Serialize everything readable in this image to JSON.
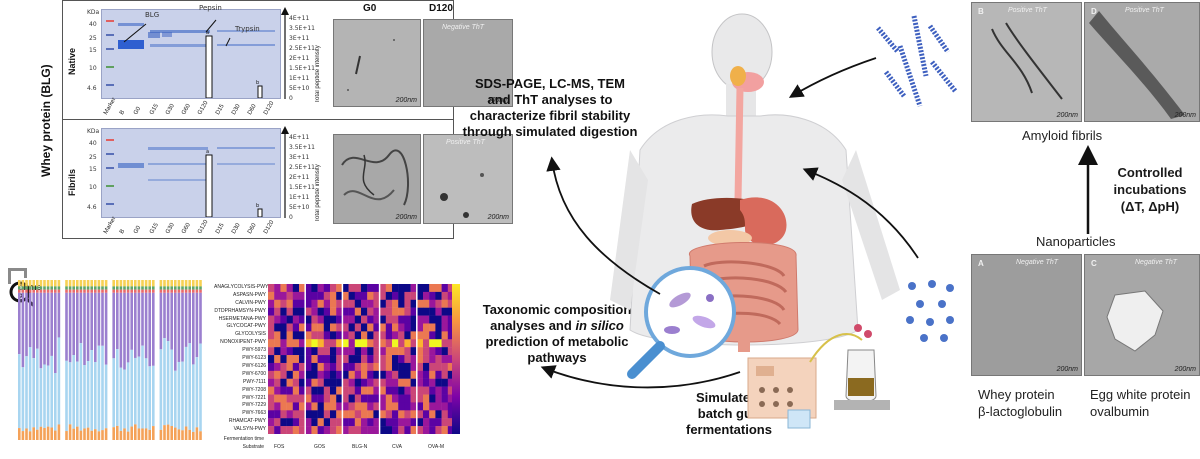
{
  "left_panel": {
    "title": "Whey protein (BLG)",
    "native": {
      "label": "Native",
      "kda_header": "KDa",
      "kda_marks": [
        "40",
        "25",
        "15",
        "10",
        "4.6"
      ],
      "annotations": [
        "BLG",
        "Pepsin",
        "Trypsin"
      ],
      "lanes": [
        "Marker",
        "B",
        "G0",
        "G15",
        "G30",
        "G60",
        "G120",
        "D15",
        "D30",
        "D60",
        "D120"
      ],
      "axis_label": "Total peptide intensity",
      "axis_ticks": [
        "4E+11",
        "3.5E+11",
        "3E+11",
        "2.5E+11",
        "2E+11",
        "1.5E+11",
        "1E+11",
        "5E+10",
        "0"
      ],
      "tem_columns": [
        "G0",
        "D120"
      ],
      "tem_tags": [
        "",
        "Negative ThT"
      ],
      "scale": [
        "200nm",
        "200nm"
      ]
    },
    "fibrils": {
      "label": "Fibrils",
      "kda_header": "KDa",
      "kda_marks": [
        "40",
        "25",
        "15",
        "10",
        "4.6"
      ],
      "lanes": [
        "Marker",
        "B",
        "G0",
        "G15",
        "G30",
        "G60",
        "G120",
        "D15",
        "D30",
        "D60",
        "D120"
      ],
      "axis_label": "Total peptide intensity",
      "axis_ticks": [
        "4E+11",
        "3.5E+11",
        "3E+11",
        "2.5E+11",
        "2E+11",
        "1.5E+11",
        "1E+11",
        "5E+10",
        "0"
      ],
      "tem_tags": [
        "",
        "Positive ThT"
      ],
      "scale": [
        "200nm",
        "200nm"
      ]
    }
  },
  "bottom_left": {
    "logo_text": "qiime 2",
    "heatmap_rows": [
      "ANAGLYCOLYSIS-PWY",
      "ASPASN-PWY",
      "CALVIN-PWY",
      "DTDPRHAMSYN-PWY",
      "HSERMETANA-PWY",
      "GLYCOCAT-PWY",
      "GLYCOLYSIS",
      "NONOXIPENT-PWY",
      "PWY-5973",
      "PWY-6123",
      "PWY-6126",
      "PWY-6700",
      "PWY-7111",
      "PWY-7208",
      "PWY-7221",
      "PWY-7229",
      "PWY-7663",
      "RHAMCAT-PWY",
      "VALSYN-PWY"
    ],
    "heatmap_groups": [
      "FOS",
      "GOS",
      "BLG-N",
      "CVA",
      "OVA-M"
    ],
    "heatmap_footer": [
      "Fermentation time",
      "Substrate"
    ]
  },
  "captions": {
    "analysis": [
      "SDS-PAGE, LC-MS, TEM",
      "and ThT analyses to",
      "characterize fibril stability",
      "through simulated digestion"
    ],
    "taxonomy": [
      "Taxonomic composition",
      "analyses and ",
      "in silico",
      "prediction of metabolic",
      "pathways"
    ],
    "fermentation": [
      "Simulated",
      "batch gut",
      "fermentations"
    ]
  },
  "right_panel": {
    "amyloid_title": "Amyloid fibrils",
    "top_tems": [
      {
        "letter": "B",
        "tag": "Positive ThT",
        "scale": "200nm"
      },
      {
        "letter": "D",
        "tag": "Positive ThT",
        "scale": "200nm"
      }
    ],
    "controlled": [
      "Controlled",
      "incubations",
      "(ΔT, ΔpH)"
    ],
    "nanoparticles_title": "Nanoparticles",
    "bottom_tems": [
      {
        "letter": "A",
        "tag": "Negative ThT",
        "scale": "200nm"
      },
      {
        "letter": "C",
        "tag": "Negative ThT",
        "scale": "200nm"
      }
    ],
    "protein_a": [
      "Whey protein",
      "β-lactoglobulin"
    ],
    "protein_b": [
      "Egg white protein",
      "ovalbumin"
    ]
  }
}
